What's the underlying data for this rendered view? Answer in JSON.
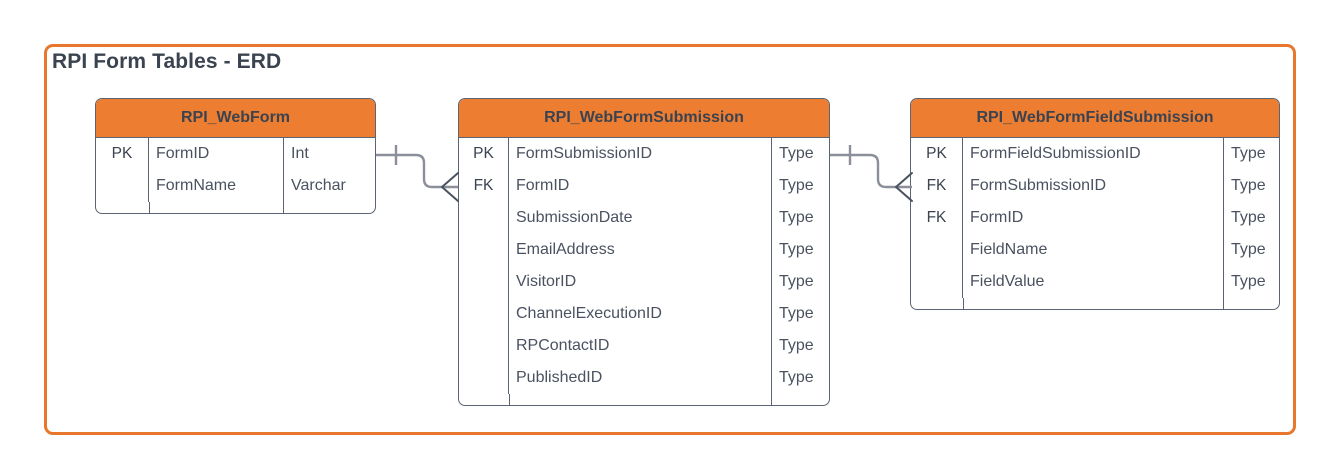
{
  "diagram": {
    "title": "RPI Form Tables - ERD",
    "frame_color": "#E8772E",
    "header_color": "#ED7D31",
    "line_color": "#5A6472",
    "text_color": "#4A5260"
  },
  "entities": [
    {
      "name": "RPI_WebForm",
      "attributes": [
        {
          "key": "PK",
          "name": "FormID",
          "type": "Int"
        },
        {
          "key": "",
          "name": "FormName",
          "type": "Varchar"
        }
      ]
    },
    {
      "name": "RPI_WebFormSubmission",
      "attributes": [
        {
          "key": "PK",
          "name": "FormSubmissionID",
          "type": "Type"
        },
        {
          "key": "FK",
          "name": "FormID",
          "type": "Type"
        },
        {
          "key": "",
          "name": "SubmissionDate",
          "type": "Type"
        },
        {
          "key": "",
          "name": "EmailAddress",
          "type": "Type"
        },
        {
          "key": "",
          "name": "VisitorID",
          "type": "Type"
        },
        {
          "key": "",
          "name": "ChannelExecutionID",
          "type": "Type"
        },
        {
          "key": "",
          "name": "RPContactID",
          "type": "Type"
        },
        {
          "key": "",
          "name": "PublishedID",
          "type": "Type"
        }
      ]
    },
    {
      "name": "RPI_WebFormFieldSubmission",
      "attributes": [
        {
          "key": "PK",
          "name": "FormFieldSubmissionID",
          "type": "Type"
        },
        {
          "key": "FK",
          "name": "FormSubmissionID",
          "type": "Type"
        },
        {
          "key": "FK",
          "name": "FormID",
          "type": "Type"
        },
        {
          "key": "",
          "name": "FieldName",
          "type": "Type"
        },
        {
          "key": "",
          "name": "FieldValue",
          "type": "Type"
        }
      ]
    }
  ],
  "relationships": [
    {
      "from": "RPI_WebForm",
      "to": "RPI_WebFormSubmission",
      "from_cardinality": "one",
      "to_cardinality": "many"
    },
    {
      "from": "RPI_WebFormSubmission",
      "to": "RPI_WebFormFieldSubmission",
      "from_cardinality": "one",
      "to_cardinality": "many"
    }
  ]
}
